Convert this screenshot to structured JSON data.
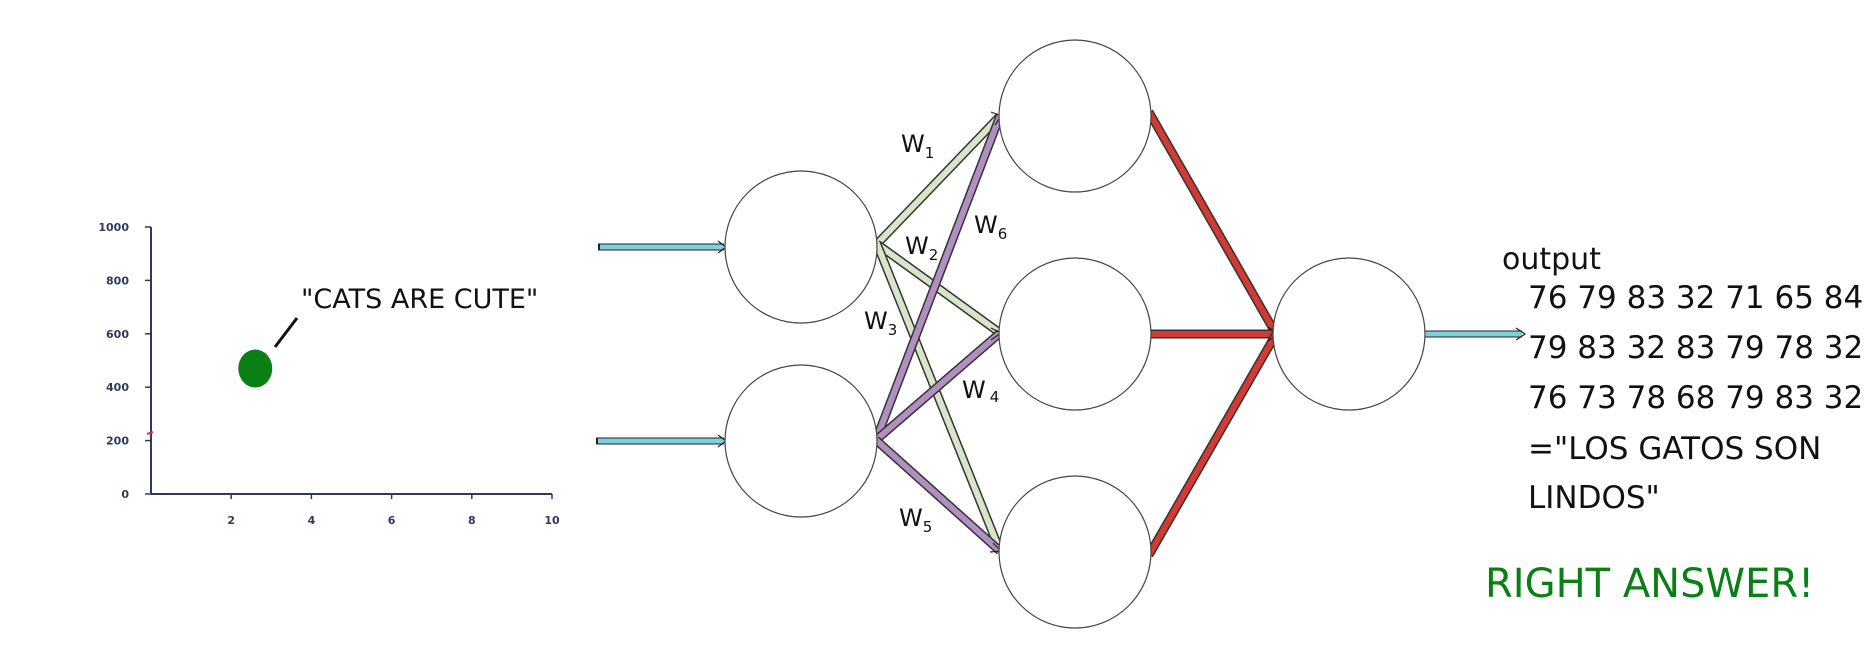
{
  "colors": {
    "axis": "#2e3a59",
    "point": "#0a7f14",
    "input_arrow": "#7fcfe0",
    "weights_input1": "#d7e5c8",
    "weights_input2": "#b18fc0",
    "output_edges": "#d23a33",
    "verdict": "#0a7f14"
  },
  "chart_data": {
    "type": "scatter",
    "x_ticks": [
      "2",
      "4",
      "6",
      "8",
      "10"
    ],
    "y_ticks": [
      "0",
      "200",
      "400",
      "600",
      "800",
      "1000"
    ],
    "xlim": [
      0,
      10
    ],
    "ylim": [
      0,
      1000
    ],
    "points": [
      {
        "x": 2.6,
        "y": 470
      }
    ],
    "annotation": "\"CATS ARE CUTE\""
  },
  "network": {
    "layers": [
      2,
      3,
      1
    ],
    "weights": [
      {
        "w": "W",
        "sub": "1"
      },
      {
        "w": "W",
        "sub": "2"
      },
      {
        "w": "W",
        "sub": "3"
      },
      {
        "w": "W",
        "sub": "4"
      },
      {
        "w": "W",
        "sub": "5"
      },
      {
        "w": "W",
        "sub": "6"
      }
    ]
  },
  "output": {
    "title": "output",
    "lines": [
      "76 79 83 32 71 65 84",
      "79 83 32 83 79 78 32",
      "76 73 78 68 79 83 32",
      "=\"LOS GATOS SON",
      "LINDOS\""
    ],
    "verdict": "RIGHT ANSWER!"
  }
}
